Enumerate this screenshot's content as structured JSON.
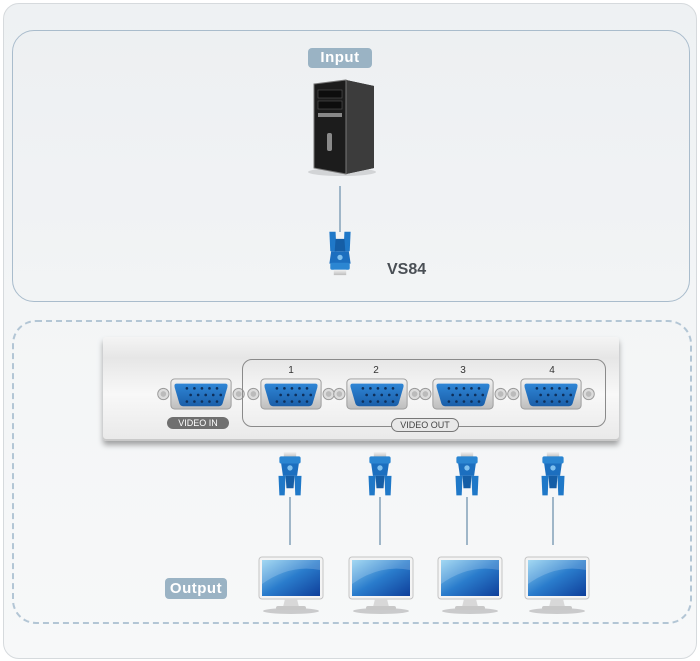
{
  "diagram": {
    "input_label": "Input",
    "output_label": "Output",
    "model": "VS84",
    "input_device": "computer-tower",
    "switch": {
      "video_in_label": "VIDEO IN",
      "video_out_label": "VIDEO OUT",
      "ports": [
        "1",
        "2",
        "3",
        "4"
      ]
    },
    "outputs": [
      "monitor",
      "monitor",
      "monitor",
      "monitor"
    ],
    "colors": {
      "tag": "#9ab3c4",
      "connector_blue": "#1f6fc0",
      "panel_border": "#a9bccc",
      "dashed_border": "#b3c6d5",
      "cable": "#9fb6c8"
    }
  }
}
